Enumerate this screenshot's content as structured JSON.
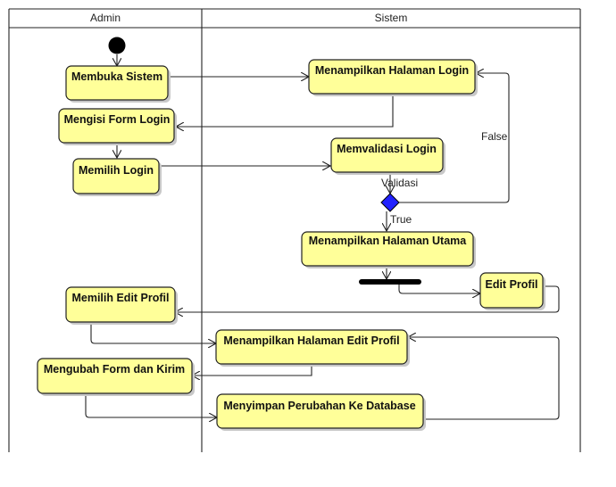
{
  "swimlanes": {
    "admin": "Admin",
    "sistem": "Sistem"
  },
  "activities": {
    "membuka_sistem": "Membuka Sistem",
    "menampilkan_login": "Menampilkan Halaman Login",
    "mengisi_form_login": "Mengisi Form Login",
    "memvalidasi_login": "Memvalidasi Login",
    "memilih_login": "Memilih Login",
    "menampilkan_utama": "Menampilkan Halaman Utama",
    "edit_profil": "Edit Profil",
    "memilih_edit_profil": "Memilih Edit Profil",
    "menampilkan_edit_profil": "Menampilkan Halaman Edit Profil",
    "mengubah_form": "Mengubah Form dan Kirim",
    "menyimpan_perubahan": "Menyimpan Perubahan Ke Database"
  },
  "decision": {
    "label": "Validasi",
    "true_label": "True",
    "false_label": "False"
  },
  "colors": {
    "activity_fill": "#ffff99",
    "decision_fill": "#2222ff",
    "stroke": "#222222"
  }
}
